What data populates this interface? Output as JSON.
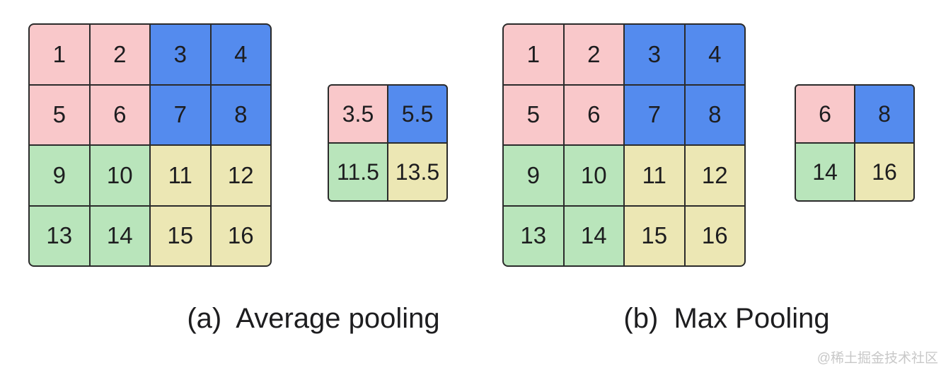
{
  "figure": {
    "region_colors": {
      "pink": "#f9c8ca",
      "blue": "#548bee",
      "green": "#b9e5bb",
      "yellow": "#ece7b4"
    },
    "line_color": "#2b2b2b",
    "text_color": "#1d1d1f",
    "panels": [
      {
        "id": "a",
        "caption": "(a)  Average pooling",
        "input_grid": {
          "rows": 4,
          "cols": 4,
          "cells": [
            {
              "value": "1",
              "region": "pink"
            },
            {
              "value": "2",
              "region": "pink"
            },
            {
              "value": "3",
              "region": "blue"
            },
            {
              "value": "4",
              "region": "blue"
            },
            {
              "value": "5",
              "region": "pink"
            },
            {
              "value": "6",
              "region": "pink"
            },
            {
              "value": "7",
              "region": "blue"
            },
            {
              "value": "8",
              "region": "blue"
            },
            {
              "value": "9",
              "region": "green"
            },
            {
              "value": "10",
              "region": "green"
            },
            {
              "value": "11",
              "region": "yellow"
            },
            {
              "value": "12",
              "region": "yellow"
            },
            {
              "value": "13",
              "region": "green"
            },
            {
              "value": "14",
              "region": "green"
            },
            {
              "value": "15",
              "region": "yellow"
            },
            {
              "value": "16",
              "region": "yellow"
            }
          ]
        },
        "output_grid": {
          "rows": 2,
          "cols": 2,
          "cells": [
            {
              "value": "3.5",
              "region": "pink"
            },
            {
              "value": "5.5",
              "region": "blue"
            },
            {
              "value": "11.5",
              "region": "green"
            },
            {
              "value": "13.5",
              "region": "yellow"
            }
          ]
        }
      },
      {
        "id": "b",
        "caption": "(b)  Max Pooling",
        "input_grid": {
          "rows": 4,
          "cols": 4,
          "cells": [
            {
              "value": "1",
              "region": "pink"
            },
            {
              "value": "2",
              "region": "pink"
            },
            {
              "value": "3",
              "region": "blue"
            },
            {
              "value": "4",
              "region": "blue"
            },
            {
              "value": "5",
              "region": "pink"
            },
            {
              "value": "6",
              "region": "pink"
            },
            {
              "value": "7",
              "region": "blue"
            },
            {
              "value": "8",
              "region": "blue"
            },
            {
              "value": "9",
              "region": "green"
            },
            {
              "value": "10",
              "region": "green"
            },
            {
              "value": "11",
              "region": "yellow"
            },
            {
              "value": "12",
              "region": "yellow"
            },
            {
              "value": "13",
              "region": "green"
            },
            {
              "value": "14",
              "region": "green"
            },
            {
              "value": "15",
              "region": "yellow"
            },
            {
              "value": "16",
              "region": "yellow"
            }
          ]
        },
        "output_grid": {
          "rows": 2,
          "cols": 2,
          "cells": [
            {
              "value": "6",
              "region": "pink"
            },
            {
              "value": "8",
              "region": "blue"
            },
            {
              "value": "14",
              "region": "green"
            },
            {
              "value": "16",
              "region": "yellow"
            }
          ]
        }
      }
    ]
  },
  "watermark": {
    "text": "@稀土掘金技术社区",
    "color": "#c8c8c8"
  }
}
